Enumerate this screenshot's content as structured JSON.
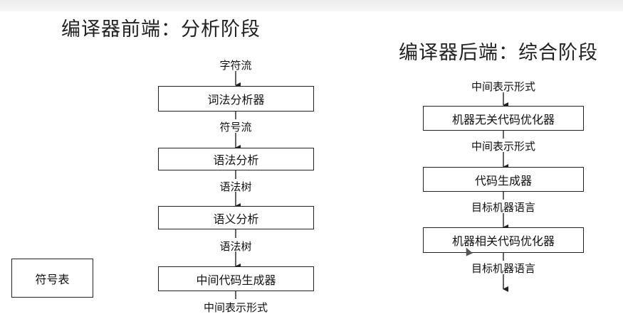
{
  "frontend": {
    "title": "编译器前端：分析阶段",
    "input_label": "字符流",
    "steps": [
      {
        "box": "词法分析器",
        "output": "符号流"
      },
      {
        "box": "语法分析",
        "output": "语法树"
      },
      {
        "box": "语义分析",
        "output": "语法树"
      },
      {
        "box": "中间代码生成器",
        "output": "中间表示形式"
      }
    ]
  },
  "backend": {
    "title": "编译器后端：综合阶段",
    "input_label": "中间表示形式",
    "steps": [
      {
        "box": "机器无关代码优化器",
        "output": "中间表示形式"
      },
      {
        "box": "代码生成器",
        "output": "目标机器语言"
      },
      {
        "box": "机器相关代码优化器",
        "output": "目标机器语言"
      }
    ]
  },
  "symbol_table": "符号表"
}
